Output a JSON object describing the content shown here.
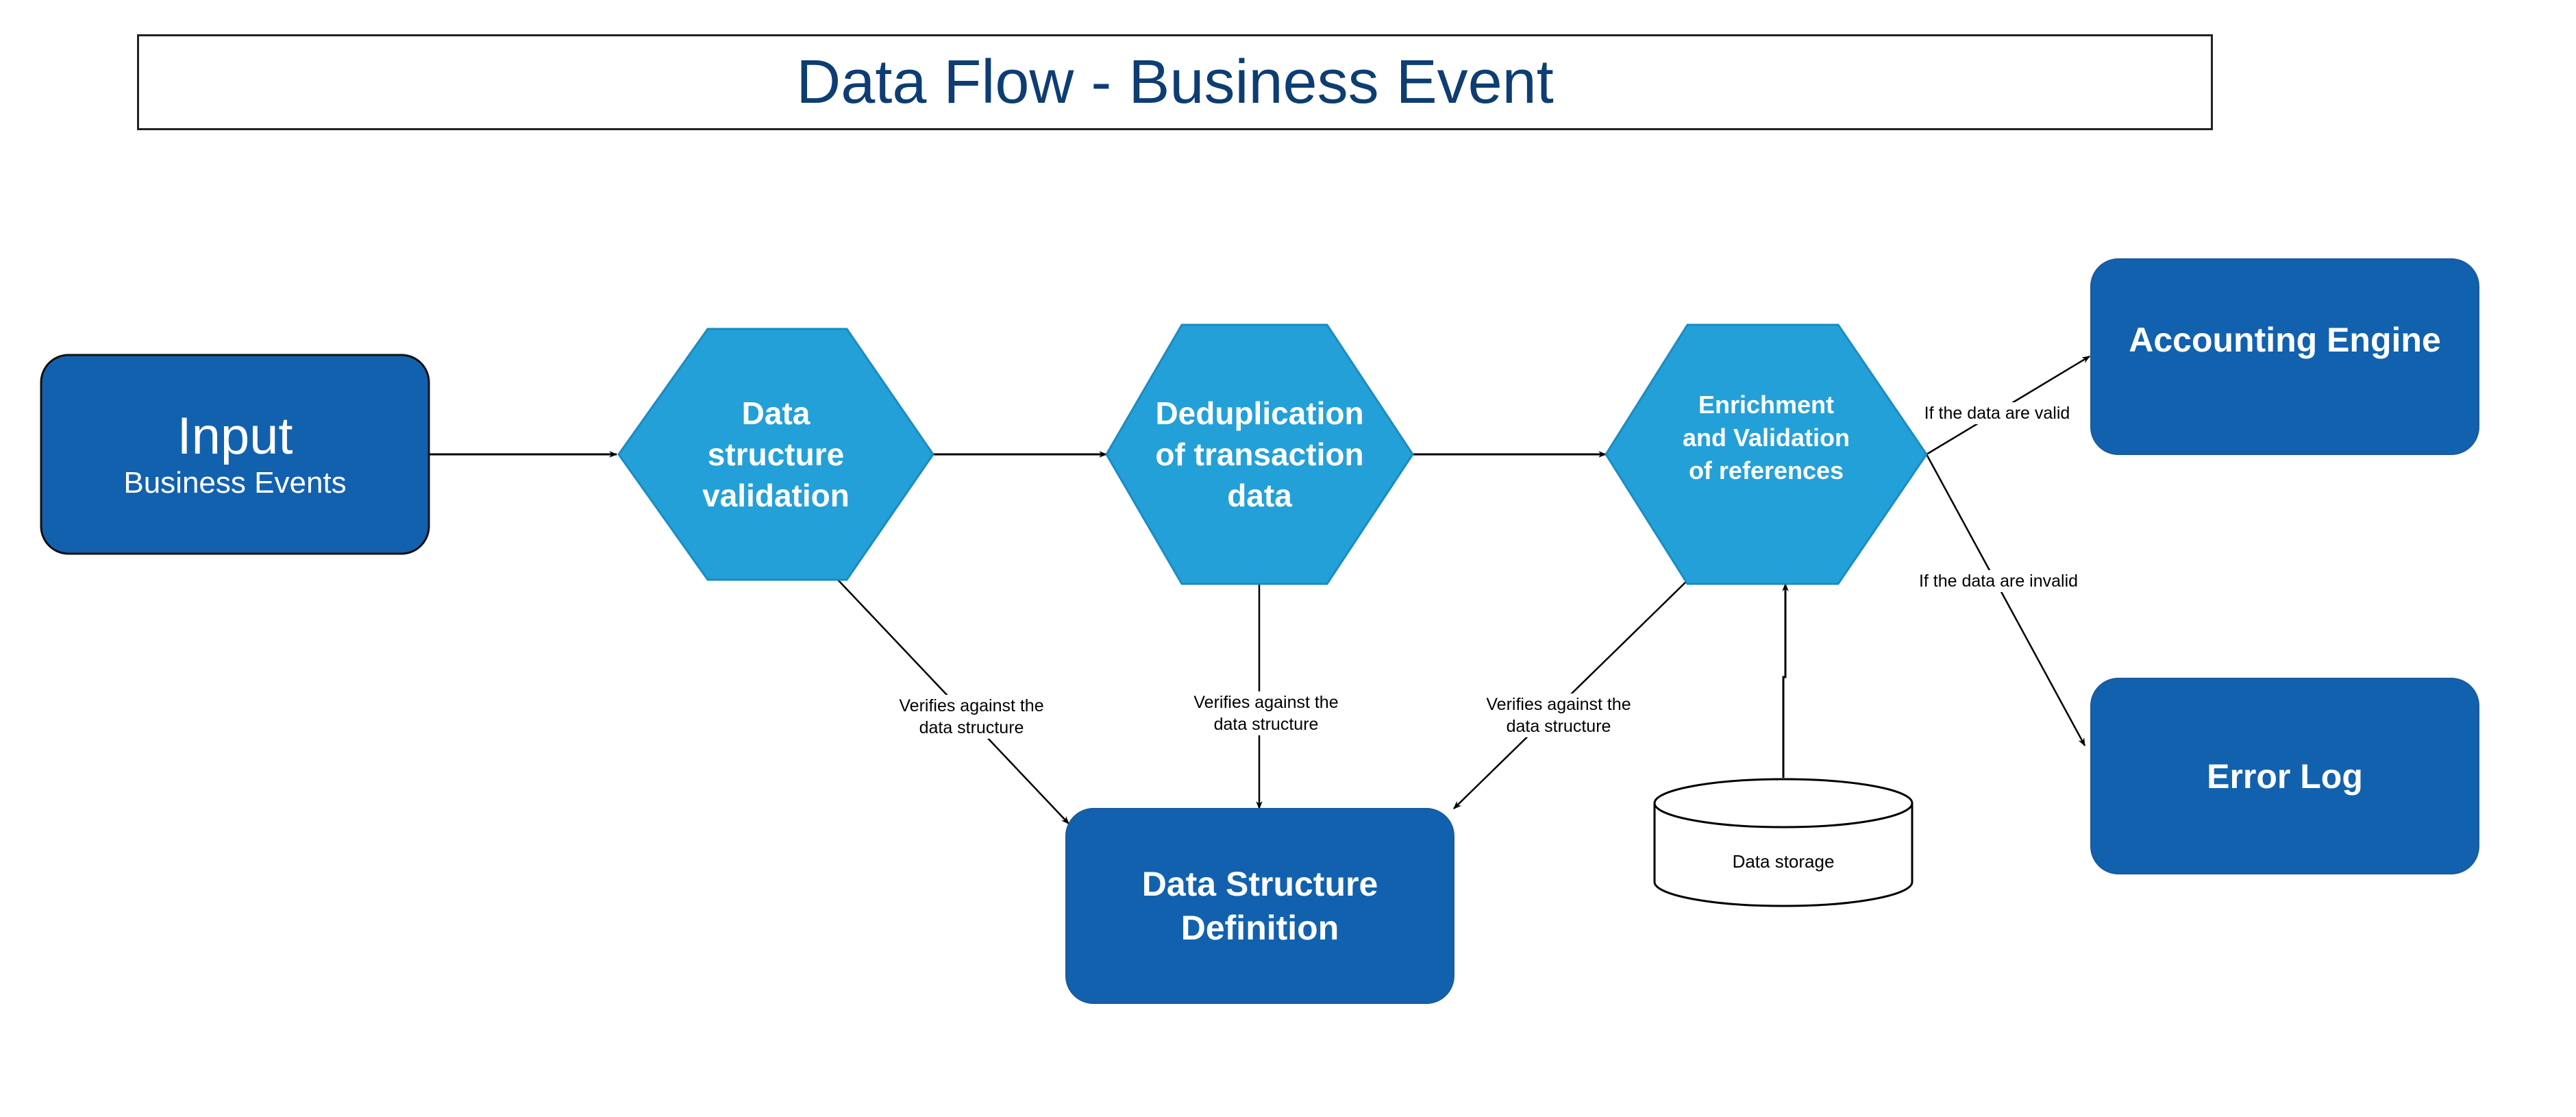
{
  "title": "Data Flow - Business Event",
  "colors": {
    "title_text": "#0d3d73",
    "dark_box": "#1261ae",
    "hexagon": "#23a0d8",
    "hexagon_stroke": "#1b8cc0",
    "line": "#000000"
  },
  "nodes": {
    "input": {
      "title": "Input",
      "subtitle": "Business Events"
    },
    "data_structure_validation": {
      "lines": [
        "Data",
        "structure",
        "validation"
      ]
    },
    "deduplication": {
      "lines": [
        "Deduplication",
        "of transaction",
        "data"
      ]
    },
    "enrichment": {
      "lines": [
        "Enrichment",
        "and Validation",
        "of references"
      ]
    },
    "accounting_engine": {
      "label": "Accounting Engine"
    },
    "error_log": {
      "label": "Error Log"
    },
    "data_structure_definition": {
      "lines": [
        "Data Structure",
        "Definition"
      ]
    },
    "data_storage": {
      "label": "Data storage"
    }
  },
  "edges": [
    {
      "from": "input",
      "to": "data_structure_validation",
      "label": ""
    },
    {
      "from": "data_structure_validation",
      "to": "deduplication",
      "label": ""
    },
    {
      "from": "deduplication",
      "to": "enrichment",
      "label": ""
    },
    {
      "from": "enrichment",
      "to": "accounting_engine",
      "label": "If the data are valid"
    },
    {
      "from": "enrichment",
      "to": "error_log",
      "label": "If the data are invalid"
    },
    {
      "from": "data_structure_validation",
      "to": "data_structure_definition",
      "label_lines": [
        "Verifies against the",
        "data structure"
      ]
    },
    {
      "from": "deduplication",
      "to": "data_structure_definition",
      "label_lines": [
        "Verifies against the",
        "data structure"
      ]
    },
    {
      "from": "enrichment",
      "to": "data_structure_definition",
      "label_lines": [
        "Verifies against the",
        "data structure"
      ]
    },
    {
      "from": "data_storage",
      "to": "enrichment",
      "label": ""
    }
  ]
}
